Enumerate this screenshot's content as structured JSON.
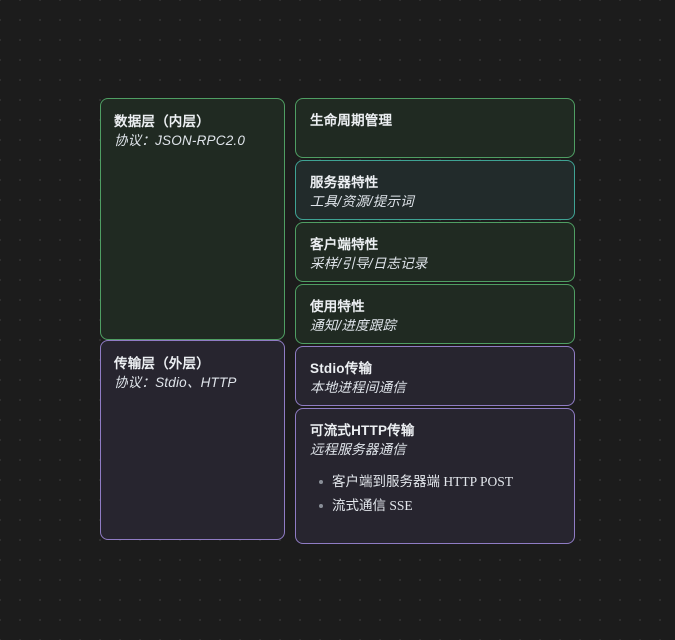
{
  "diagram": {
    "type": "nested-layer-architecture",
    "background_color": "#1c1c1c",
    "layers": [
      {
        "id": "data-layer",
        "accent_color": "#4f9e63",
        "title": "数据层（内层）",
        "subtitle": "协议：JSON-RPC2.0",
        "items": [
          {
            "id": "lifecycle",
            "accent_color": "#4f9e63",
            "title": "生命周期管理",
            "subtitle": "",
            "bullets": []
          },
          {
            "id": "server-features",
            "accent_color": "#3fa394",
            "title": "服务器特性",
            "subtitle": "工具/资源/提示词",
            "bullets": []
          },
          {
            "id": "client-features",
            "accent_color": "#4f9e63",
            "title": "客户端特性",
            "subtitle": "采样/引导/日志记录",
            "bullets": []
          },
          {
            "id": "usage-features",
            "accent_color": "#4f9e63",
            "title": "使用特性",
            "subtitle": "通知/进度跟踪",
            "bullets": []
          }
        ]
      },
      {
        "id": "transport-layer",
        "accent_color": "#8f7cc4",
        "title": "传输层（外层）",
        "subtitle": "协议：Stdio、HTTP",
        "items": [
          {
            "id": "stdio-transport",
            "accent_color": "#8f7cc4",
            "title": "Stdio传输",
            "subtitle": "本地进程间通信",
            "bullets": []
          },
          {
            "id": "streamable-http-transport",
            "accent_color": "#8f7cc4",
            "title": "可流式HTTP传输",
            "subtitle": "远程服务器通信",
            "bullets": [
              "客户端到服务器端 HTTP POST",
              "流式通信 SSE"
            ]
          }
        ]
      }
    ]
  }
}
